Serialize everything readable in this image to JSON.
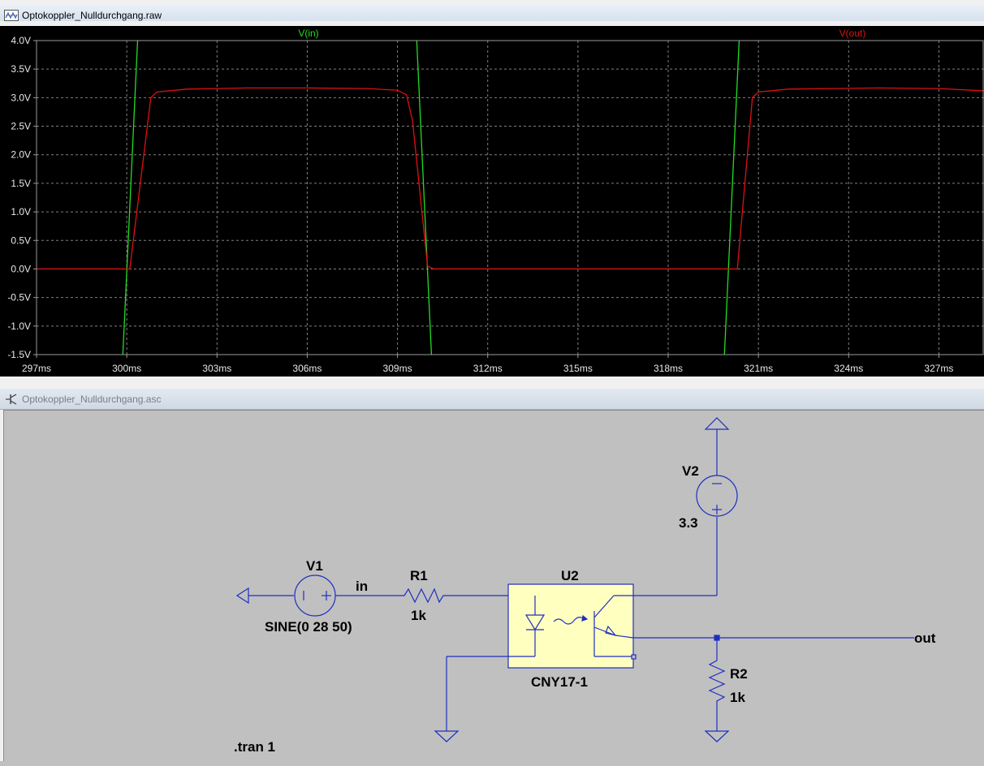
{
  "waveform_window": {
    "title": "Optokoppler_Nulldurchgang.raw"
  },
  "schematic_window": {
    "title": "Optokoppler_Nulldurchgang.asc"
  },
  "chart_data": {
    "type": "line",
    "xlabel": "",
    "ylabel": "",
    "xlim": [
      297,
      328.5
    ],
    "ylim": [
      -1.5,
      4.0
    ],
    "x_unit": "ms",
    "y_unit": "V",
    "x_ticks": [
      "297ms",
      "300ms",
      "303ms",
      "306ms",
      "309ms",
      "312ms",
      "315ms",
      "318ms",
      "321ms",
      "324ms",
      "327ms"
    ],
    "y_ticks": [
      "4.0V",
      "3.5V",
      "3.0V",
      "2.5V",
      "2.0V",
      "1.5V",
      "1.0V",
      "0.5V",
      "0.0V",
      "-0.5V",
      "-1.0V",
      "-1.5V"
    ],
    "grid": true,
    "background": "#000000",
    "series": [
      {
        "name": "V(in)",
        "color": "#22dd22",
        "segments": [
          [
            [
              299.87,
              -1.5
            ],
            [
              300.36,
              4.0
            ]
          ],
          [
            [
              309.64,
              4.0
            ],
            [
              310.13,
              -1.5
            ]
          ],
          [
            [
              319.87,
              -1.5
            ],
            [
              320.36,
              4.0
            ]
          ]
        ]
      },
      {
        "name": "V(out)",
        "color": "#dd1111",
        "x": [
          297.0,
          300.1,
          300.8,
          301.0,
          302.0,
          304.0,
          306.0,
          308.0,
          309.0,
          309.3,
          309.5,
          310.0,
          310.2,
          315.0,
          320.0,
          320.3,
          320.8,
          321.0,
          322.0,
          325.0,
          327.0,
          328.5
        ],
        "y": [
          0.0,
          0.0,
          3.0,
          3.1,
          3.15,
          3.17,
          3.17,
          3.16,
          3.13,
          3.05,
          2.6,
          0.05,
          0.0,
          0.0,
          0.0,
          0.0,
          3.0,
          3.1,
          3.15,
          3.17,
          3.16,
          3.12
        ]
      }
    ]
  },
  "schematic": {
    "labels": {
      "v1_name": "V1",
      "v1_value": "SINE(0 28 50)",
      "r1_name": "R1",
      "r1_value": "1k",
      "net_in": "in",
      "u2_name": "U2",
      "u2_value": "CNY17-1",
      "v2_name": "V2",
      "v2_value": "3.3",
      "r2_name": "R2",
      "r2_value": "1k",
      "net_out": "out",
      "directive": ".tran 1"
    },
    "colors": {
      "wire": "#1f2fbf",
      "part_fill": "#ffffc0",
      "background": "#c0c0c0"
    }
  }
}
